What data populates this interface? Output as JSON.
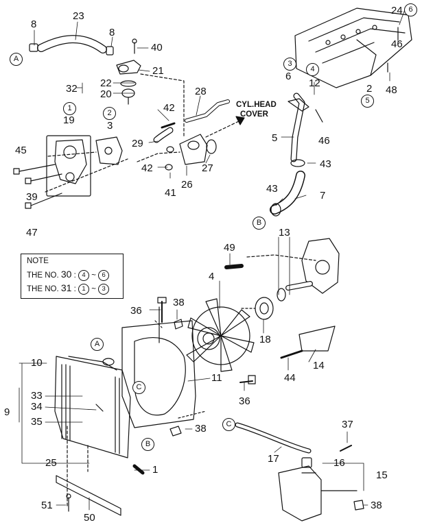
{
  "labels": {
    "p23": "23",
    "p8a": "8",
    "p8b": "8",
    "p40": "40",
    "p21": "21",
    "p22": "22",
    "p32": "32",
    "p20": "20",
    "p28": "28",
    "p19": "19",
    "p3": "3",
    "p45": "45",
    "p39": "39",
    "p47": "47",
    "p42a": "42",
    "p29": "29",
    "p42b": "42",
    "p41": "41",
    "p26": "26",
    "p27": "27",
    "p24": "24",
    "p46a": "46",
    "p48": "48",
    "p6": "6",
    "p12": "12",
    "p2": "2",
    "p5": "5",
    "p46b": "46",
    "p43a": "43",
    "p43b": "43",
    "p7": "7",
    "p49": "49",
    "p13": "13",
    "p4": "4",
    "p36a": "36",
    "p38a": "38",
    "p18": "18",
    "p14": "14",
    "p44": "44",
    "p10": "10",
    "p11": "11",
    "p9": "9",
    "p33": "33",
    "p34": "34",
    "p35": "35",
    "p36b": "36",
    "p38b": "38",
    "p25": "25",
    "p1": "1",
    "p37": "37",
    "p17": "17",
    "p16": "16",
    "p15": "15",
    "p51": "51",
    "p50": "50",
    "p38c": "38"
  },
  "circled": {
    "A1": "A",
    "A2": "A",
    "B1": "B",
    "B2": "B",
    "C1": "C",
    "C2": "C",
    "c1": "1",
    "c2": "2",
    "c3": "3",
    "c4": "4",
    "c5": "5",
    "c6": "6"
  },
  "callout": {
    "line1": "CYL.HEAD",
    "line2": "COVER"
  },
  "note": {
    "title": "NOTE",
    "l1_pre": "THE NO.",
    "l1_num": "30",
    "l1_sep": ":",
    "l1_a": "4",
    "l1_tilde": "~",
    "l1_b": "6",
    "l2_pre": "THE NO.",
    "l2_num": "31",
    "l2_sep": ":",
    "l2_a": "1",
    "l2_tilde": "~",
    "l2_b": "3"
  }
}
